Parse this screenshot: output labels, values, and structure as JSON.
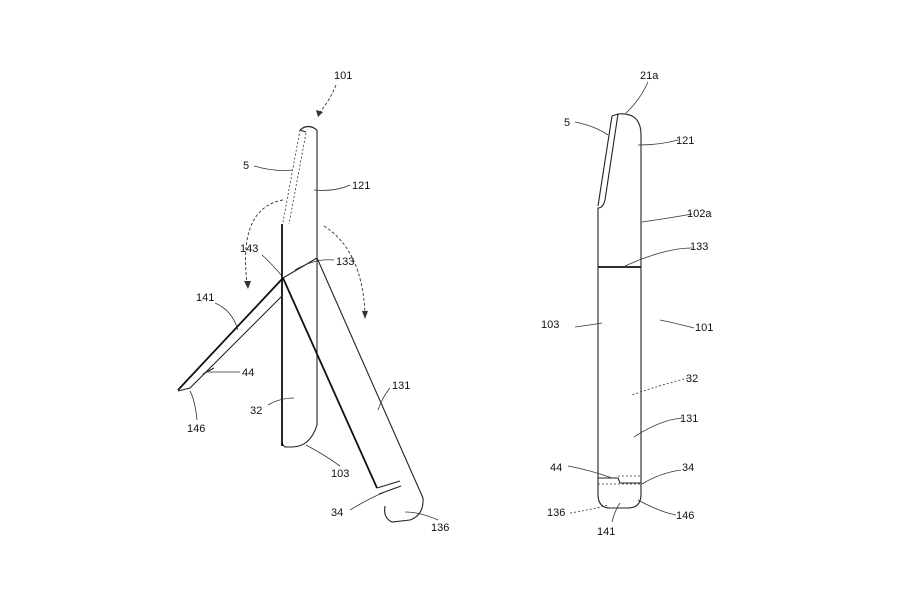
{
  "figure_left": {
    "labels": {
      "l101": "101",
      "l5": "5",
      "l121": "121",
      "l143": "143",
      "l133": "133",
      "l141": "141",
      "l44": "44",
      "l146": "146",
      "l32": "32",
      "l131": "131",
      "l103": "103",
      "l34": "34",
      "l136": "136"
    }
  },
  "figure_right": {
    "labels": {
      "l21a": "21a",
      "l5": "5",
      "l121": "121",
      "l102a": "102a",
      "l133": "133",
      "l103": "103",
      "l101": "101",
      "l32": "32",
      "l131": "131",
      "l44": "44",
      "l34": "34",
      "l136": "136",
      "l141": "141",
      "l146": "146"
    }
  }
}
